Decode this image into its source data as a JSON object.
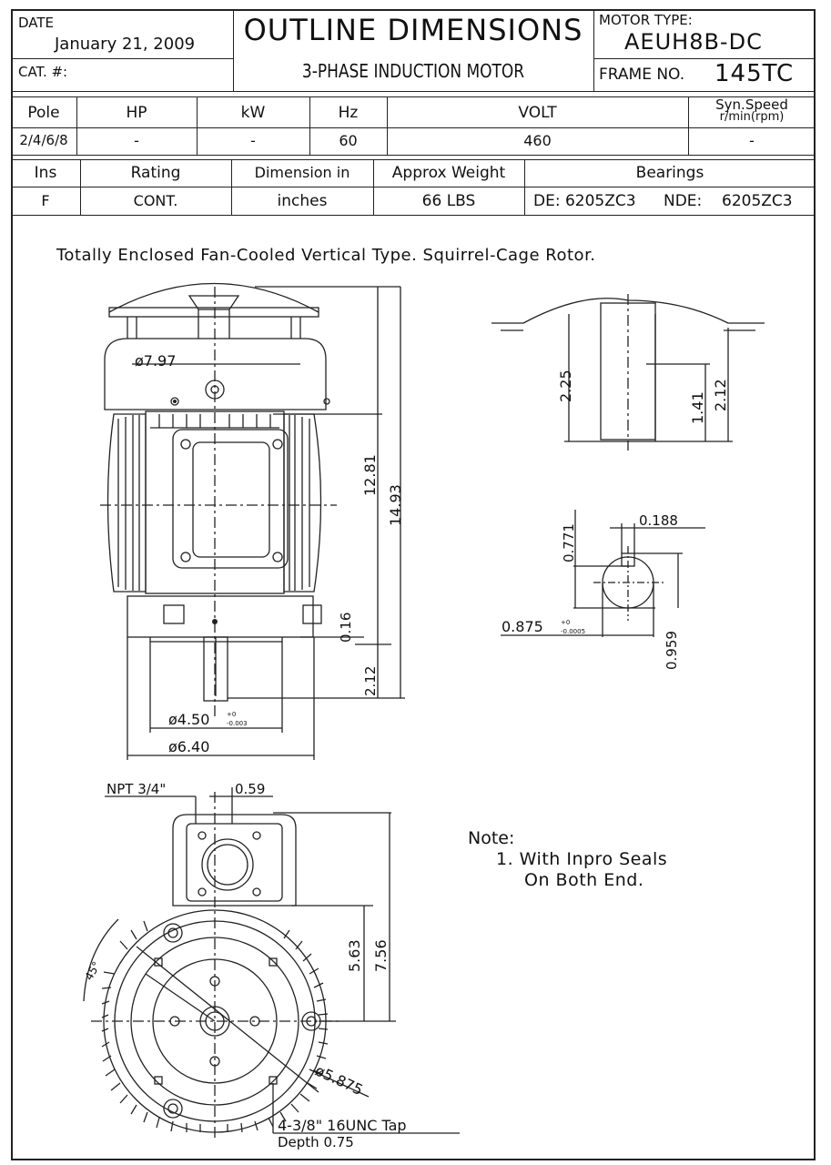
{
  "header": {
    "date_label": "DATE",
    "date_value": "January 21, 2009",
    "cat_label": "CAT. #:",
    "title": "OUTLINE DIMENSIONS",
    "subtitle": "3-PHASE INDUCTION MOTOR",
    "motor_type_label": "MOTOR TYPE:",
    "motor_type_value": "AEUH8B-DC",
    "frame_label": "FRAME NO.",
    "frame_value": "145TC"
  },
  "spec_table_1": {
    "headers": [
      "Pole",
      "HP",
      "kW",
      "Hz",
      "VOLT",
      "Syn.Speed",
      "r/min(rpm)"
    ],
    "values": [
      "2/4/6/8",
      "-",
      "-",
      "60",
      "460",
      "-"
    ]
  },
  "spec_table_2": {
    "headers": [
      "Ins",
      "Rating",
      "Dimension in",
      "Approx Weight",
      "Bearings"
    ],
    "values": [
      "F",
      "CONT.",
      "inches",
      "66 LBS",
      "DE: 6205ZC3",
      "NDE:",
      "6205ZC3"
    ]
  },
  "description": "Totally Enclosed Fan-Cooled Vertical Type. Squirrel-Cage Rotor.",
  "dimensions": {
    "fan_diameter": "ø7.97",
    "height_body": "12.81",
    "height_total": "14.93",
    "flange_thickness": "0.16",
    "shaft_length": "2.12",
    "pilot_diameter": "ø4.50",
    "pilot_tol_upper": "+0",
    "pilot_tol_lower": "-0.003",
    "flange_diameter": "ø6.40",
    "top_height": "2.25",
    "top_box_height": "1.41",
    "top_right_height": "2.12",
    "key_depth": "0.771",
    "key_width": "0.188",
    "shaft_diameter": "0.875",
    "shaft_tol_upper": "+0",
    "shaft_tol_lower": "-0.0005",
    "shaft_key_height": "0.959",
    "npt": "NPT 3/4\"",
    "box_offset": "0.59",
    "box_height_1": "5.63",
    "box_height_2": "7.56",
    "angle": "45°",
    "bolt_circle": "ø5.875",
    "tap_line_1": "4-3/8\" 16UNC Tap",
    "tap_line_2": "Depth 0.75"
  },
  "note": {
    "title": "Note:",
    "line_1": "1. With Inpro Seals",
    "line_2": "On Both End."
  }
}
